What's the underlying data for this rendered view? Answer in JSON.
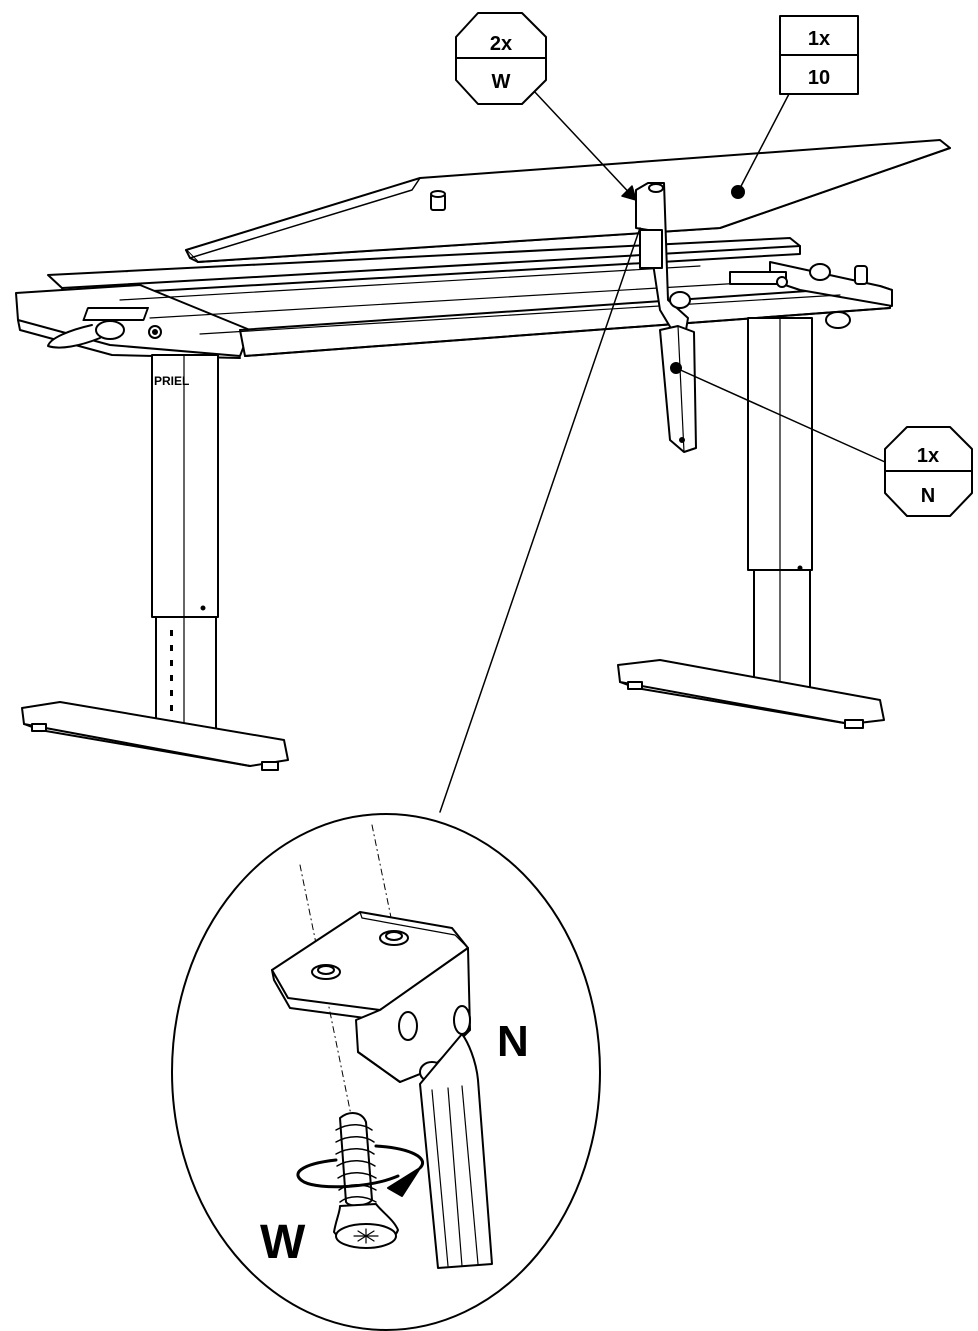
{
  "callouts": {
    "screw_w": {
      "qty": "2x",
      "part": "W"
    },
    "desktop_10": {
      "qty": "1x",
      "part": "10"
    },
    "bracket_n": {
      "qty": "1x",
      "part": "N"
    }
  },
  "zoom": {
    "label_n": "N",
    "label_w": "W"
  },
  "leg_brand_mark": "PRIEL"
}
